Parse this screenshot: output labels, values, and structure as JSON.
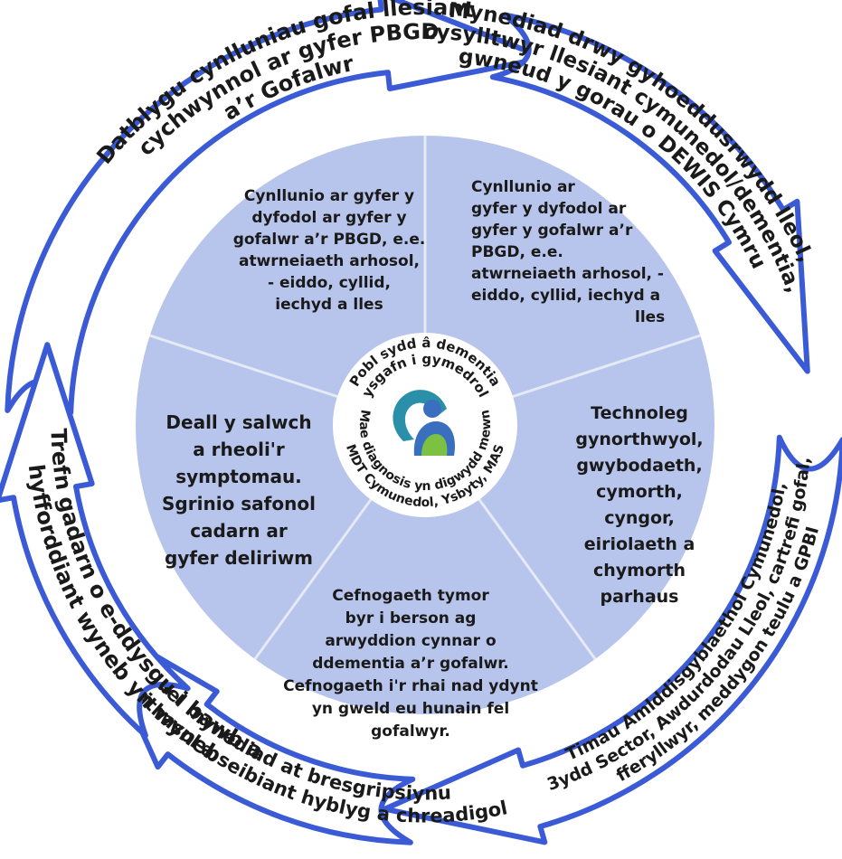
{
  "colors": {
    "arrow_fill": "#ffffff",
    "arrow_stroke": "#3b5bd6",
    "segment_fill": "#b7c4ec",
    "segment_divider": "#e6eaf5",
    "centre_fill": "#ffffff",
    "logo_teal": "#2a8fa8",
    "logo_blue": "#3a6fc0",
    "logo_green": "#7cc142"
  },
  "outer_ring": [
    {
      "name": "arrow-top-left",
      "lines": [
        "Datblygu cynlluniau gofal llesiant",
        "cychwynnol ar gyfer PBGD",
        "a’r Gofalwr"
      ]
    },
    {
      "name": "arrow-top-right",
      "lines": [
        "Mynediad drwy gyhoeddusrwydd lleol,",
        "cysylltwyr llesiant cymunedol/dementia,",
        "gwneud y gorau o DEWIS Cymru"
      ]
    },
    {
      "name": "arrow-right",
      "lines": [
        "Timau Amlddisgyblaethol Cymunedol,",
        "3ydd Sector, Awdurdodau Lleol, cartrefi gofal,",
        "fferyllwyr, meddygon teulu a GPBI"
      ]
    },
    {
      "name": "arrow-bottom",
      "lines": [
        "Cael mynediad at bresgripsiynu",
        "cymdeithasol a seibiant hyblyg a chreadigol"
      ]
    },
    {
      "name": "arrow-left",
      "lines": [
        "Trefn gadarn o e-ddysgu i bawb a",
        "hyfforddiant wyneb yn wyneb"
      ]
    }
  ],
  "segments": [
    {
      "name": "segment-top-left",
      "lines": [
        "Cynllunio ar gyfer y",
        "dyfodol ar gyfer y",
        "gofalwr a’r PBGD, e.e.",
        "atwrneiaeth arhosol,",
        "- eiddo, cyllid,",
        "iechyd a lles"
      ]
    },
    {
      "name": "segment-top-right",
      "lines": [
        "Cynllunio ar",
        "gyfer y dyfodol ar",
        "gyfer y gofalwr a’r",
        "PBGD, e.e.",
        "atwrneiaeth arhosol, -",
        "eiddo, cyllid, iechyd a",
        "lles"
      ]
    },
    {
      "name": "segment-right",
      "lines": [
        "Technoleg",
        "gynorthwyol,",
        "gwybodaeth,",
        "cymorth,",
        "cyngor,",
        "eiriolaeth a",
        "chymorth",
        "parhaus"
      ]
    },
    {
      "name": "segment-bottom",
      "lines": [
        "Cefnogaeth tymor",
        "byr i berson ag",
        "arwyddion cynnar o",
        "ddementia a’r gofalwr.",
        "Cefnogaeth i'r rhai nad ydynt",
        "yn gweld eu hunain fel",
        "gofalwyr."
      ]
    },
    {
      "name": "segment-left",
      "lines": [
        "Deall y salwch",
        "a rheoli'r",
        "symptomau.",
        "Sgrinio safonol",
        "cadarn ar",
        "gyfer deliriwm"
      ]
    }
  ],
  "centre": {
    "top_lines": [
      "Pobl sydd â dementia",
      "ysgafn i gymedrol"
    ],
    "bottom_lines": [
      "Mae diagnosis yn digwydd mewn",
      "MDT Cymunedol, Ysbyty, MAS"
    ]
  }
}
